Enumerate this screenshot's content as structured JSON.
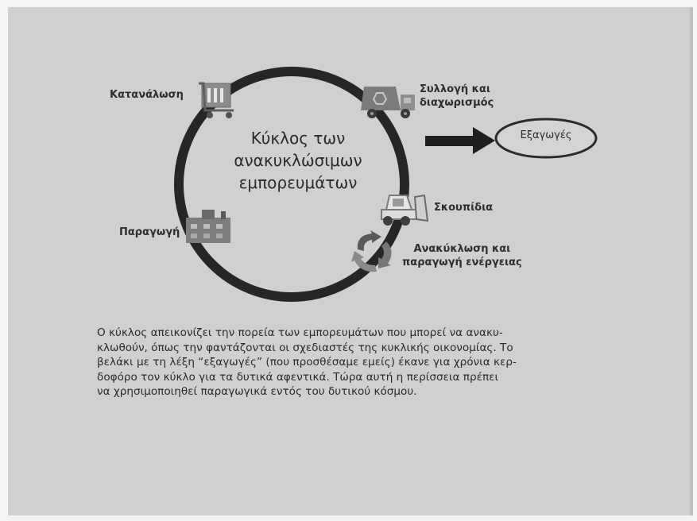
{
  "diagram": {
    "center_title": [
      "Κύκλος των",
      "ανακυκλώσιμων",
      "εμπορευμάτων"
    ],
    "stages": {
      "consumption": "Κατανάλωση",
      "collection": [
        "Συλλογή και",
        "διαχωρισμός"
      ],
      "waste": "Σκουπίδια",
      "recycling": [
        "Ανακύκλωση και",
        "παραγωγή ενέργειας"
      ],
      "production": "Παραγωγή"
    },
    "export": "Εξαγωγές",
    "icons": [
      "shopping-cart-icon",
      "garbage-truck-icon",
      "bulldozer-icon",
      "recycle-icon",
      "factory-icon",
      "arrow-right-icon"
    ]
  },
  "caption": {
    "lines": [
      "Ο κύκλος απεικονίζει την πορεία των εμπορευμάτων που μπορεί να ανακυ-",
      "κλωθούν, όπως την φαντάζονται οι σχεδιαστές της κυκλικής οικονομίας. Το",
      "βελάκι με τη λέξη “εξαγωγές” (που προσθέσαμε εμείς) έκανε για χρόνια κερ-",
      "δοφόρο τον κύκλο για τα δυτικά αφεντικά. Τώρα αυτή η περίσσεια πρέπει",
      "να χρησιμοποιηθεί παραγωγικά εντός του δυτικού κόσμου."
    ]
  }
}
